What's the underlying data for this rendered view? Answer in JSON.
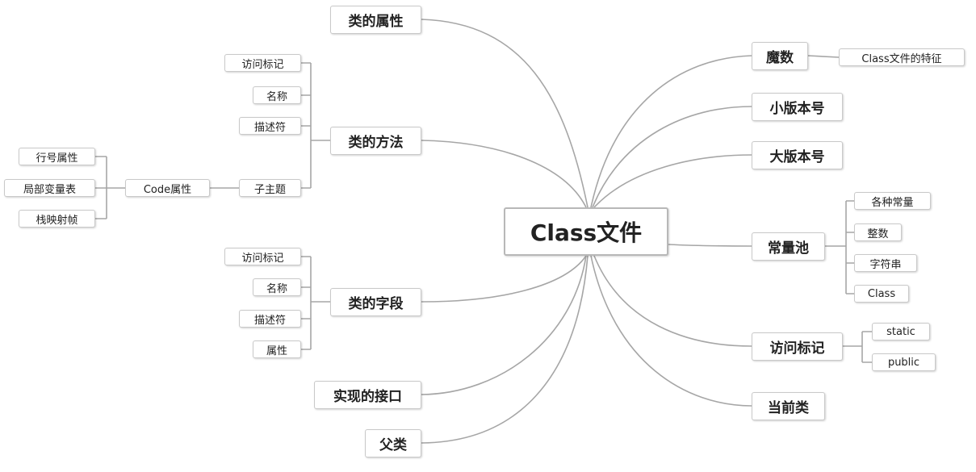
{
  "root": "Class文件",
  "left": {
    "class_attributes": "类的属性",
    "methods": {
      "label": "类的方法",
      "children": [
        "访问标记",
        "名称",
        "描述符",
        "子主题"
      ],
      "code": {
        "label": "Code属性",
        "children": [
          "行号属性",
          "局部变量表",
          "栈映射帧"
        ]
      }
    },
    "fields": {
      "label": "类的字段",
      "children": [
        "访问标记",
        "名称",
        "描述符",
        "属性"
      ]
    },
    "interfaces": "实现的接口",
    "parent": "父类"
  },
  "right": {
    "magic": {
      "label": "魔数",
      "child": "Class文件的特征"
    },
    "minor_version": "小版本号",
    "major_version": "大版本号",
    "constant_pool": {
      "label": "常量池",
      "children": [
        "各种常量",
        "整数",
        "字符串",
        "Class"
      ]
    },
    "access_flags": {
      "label": "访问标记",
      "children": [
        "static",
        "public"
      ]
    },
    "current_class": "当前类"
  },
  "colors": {
    "edge": "#a6a6a6",
    "border": "#c9c9c9",
    "text": "#222222"
  }
}
